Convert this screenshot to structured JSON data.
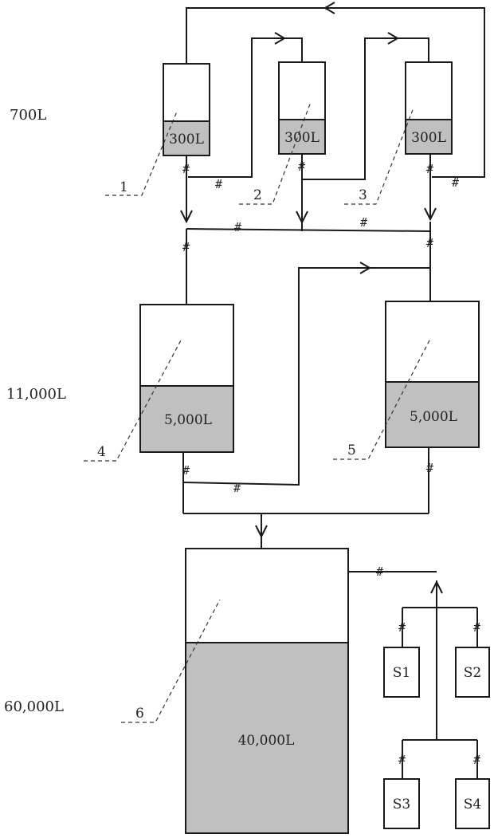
{
  "capacities": {
    "row1": "700L",
    "row2": "11,000L",
    "row3": "60,000L"
  },
  "volumes": {
    "tank1": "300L",
    "tank2": "300L",
    "tank3": "300L",
    "tank4": "5,000L",
    "tank5": "5,000L",
    "tank6": "40,000L"
  },
  "tank_numbers": [
    "1",
    "2",
    "3",
    "4",
    "5",
    "6"
  ],
  "samplers": [
    "S1",
    "S2",
    "S3",
    "S4"
  ],
  "valve_symbol": "#"
}
